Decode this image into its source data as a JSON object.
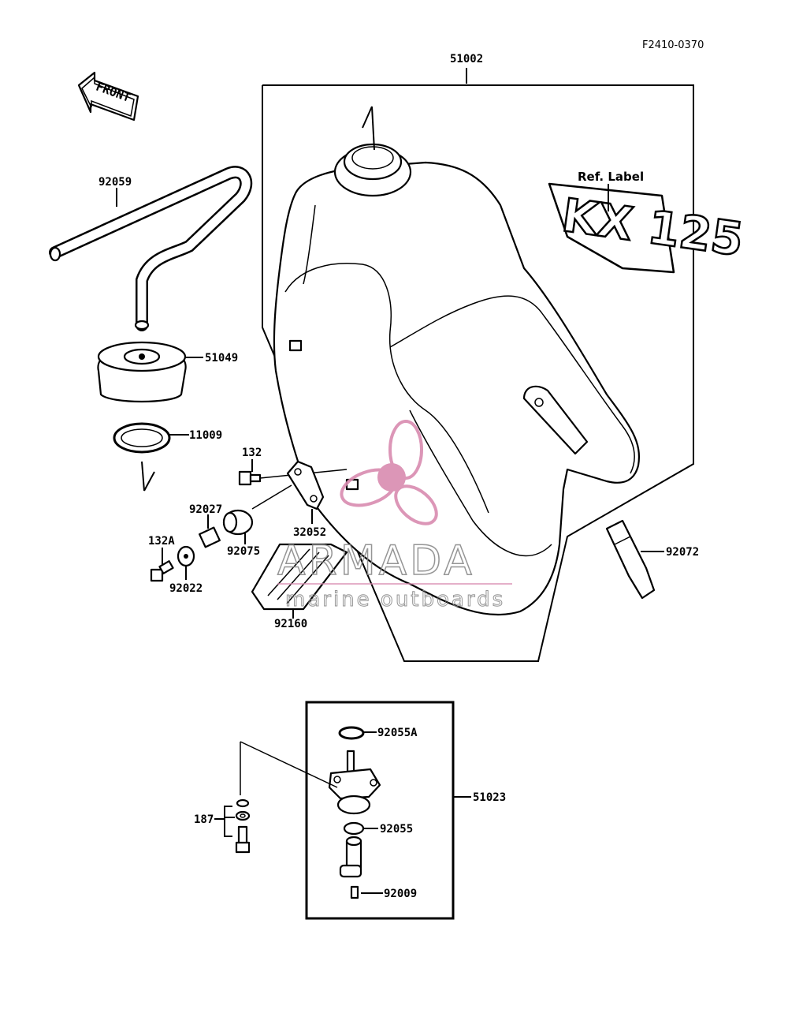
{
  "diagram_code": "F2410-0370",
  "front_label": "FRONT",
  "ref_label": "Ref. Label",
  "decal_text": "KX 125",
  "watermark": {
    "brand": "ARMADA",
    "tagline": "marine outboards",
    "color_pink": "#d98bb0",
    "color_gray": "#8a8a8a"
  },
  "parts": {
    "tank": "51002",
    "hose": "92059",
    "cap": "51049",
    "gasket": "11009",
    "bolt_132": "132",
    "damper_92027": "92027",
    "bracket": "32052",
    "damper_92075": "92075",
    "bolt_132a": "132A",
    "washer": "92022",
    "pad": "92160",
    "strap": "92072",
    "oring_a": "92055A",
    "cock": "51023",
    "bolts_187": "187",
    "oring": "92055",
    "screw": "92009"
  }
}
